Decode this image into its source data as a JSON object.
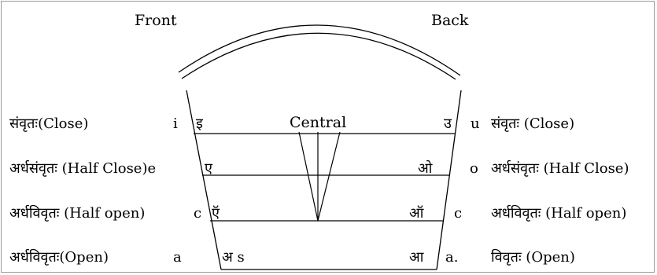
{
  "headers": {
    "front": "Front",
    "back": "Back",
    "central": "Central"
  },
  "rows": [
    {
      "left_label": "संवृतः(Close)",
      "left_symbol": "i",
      "left_devanagari": "इ",
      "right_devanagari": "उ",
      "right_symbol": "u",
      "right_label": "संवृतः (Close)"
    },
    {
      "left_label": "अर्धसंवृतः (Half Close)e",
      "left_devanagari": "ए",
      "right_devanagari": "ओ",
      "right_symbol": "o",
      "right_label": "अर्धसंवृतः (Half Close)"
    },
    {
      "left_label": "अर्धविवृतः (Half open)",
      "left_symbol": "c",
      "left_devanagari": "ऍ",
      "right_devanagari": "ऑ",
      "right_symbol": "c",
      "right_label": "अर्धविवृतः (Half open)"
    },
    {
      "left_label": "अर्धविवृतः(Open)",
      "left_symbol": "a",
      "left_devanagari": "अ s",
      "right_devanagari": "आ",
      "right_symbol": "a.",
      "right_label": "विवृतः (Open)"
    }
  ],
  "colors": {
    "ink": "#000000",
    "frame": "#9a9a9a"
  }
}
